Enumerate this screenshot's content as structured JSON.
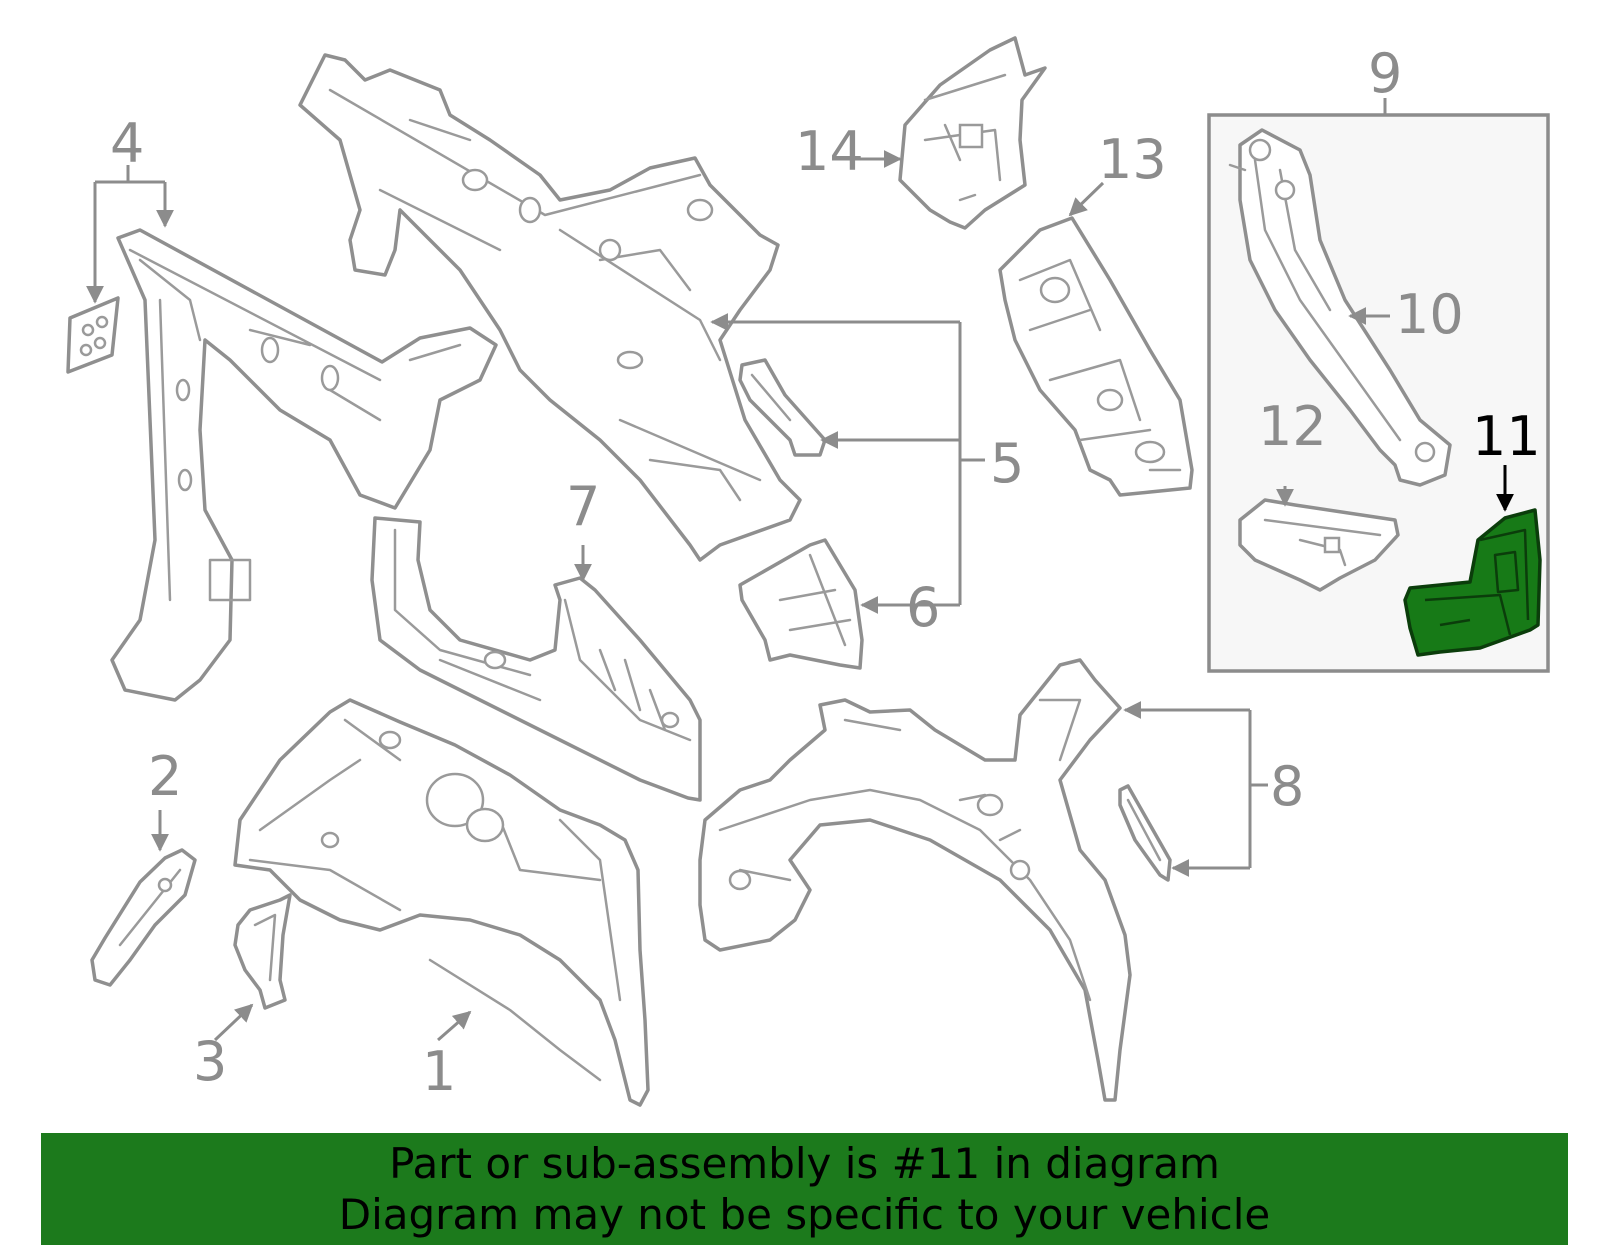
{
  "diagram": {
    "highlight_color": "#1c7a1c",
    "callouts": {
      "c1": "1",
      "c2": "2",
      "c3": "3",
      "c4": "4",
      "c5": "5",
      "c6": "6",
      "c7": "7",
      "c8": "8",
      "c9": "9",
      "c10": "10",
      "c11": "11",
      "c12": "12",
      "c13": "13",
      "c14": "14"
    },
    "highlighted_callout": "11"
  },
  "banner": {
    "line1": "Part or sub-assembly is #11 in diagram",
    "line2": "Diagram may not be specific to your vehicle"
  }
}
